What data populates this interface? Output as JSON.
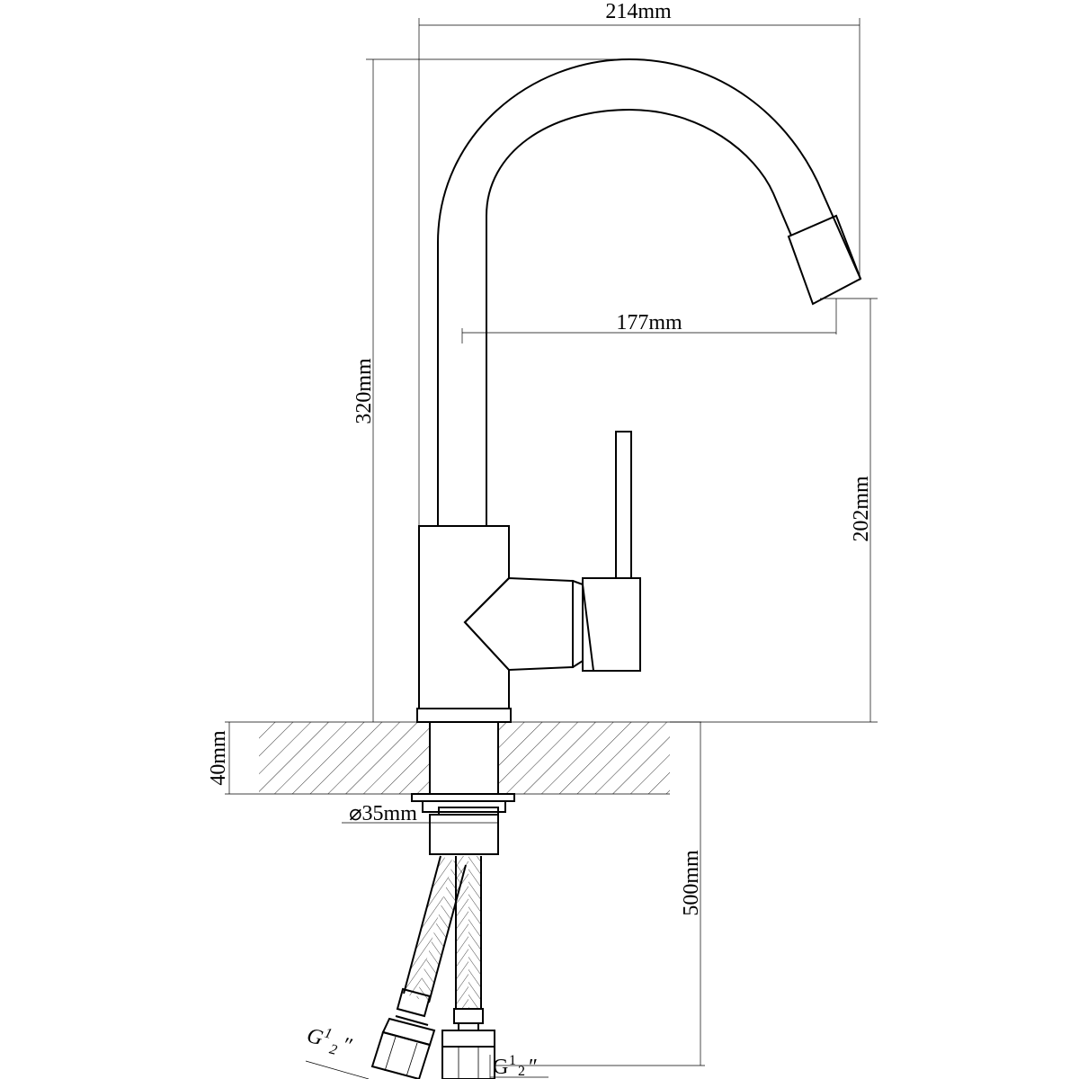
{
  "drawing": {
    "dimensions": {
      "overall_width": "214mm",
      "spout_reach": "177mm",
      "overall_height": "320mm",
      "spout_height": "202mm",
      "counter_thickness": "40mm",
      "mount_diameter": "⌀35mm",
      "hose_length": "500mm"
    },
    "fittings": {
      "left": {
        "prefix": "G",
        "num": "1",
        "den": "2",
        "suffix": "″"
      },
      "right": {
        "prefix": "G",
        "num": "1",
        "den": "2",
        "suffix": "″"
      }
    }
  }
}
